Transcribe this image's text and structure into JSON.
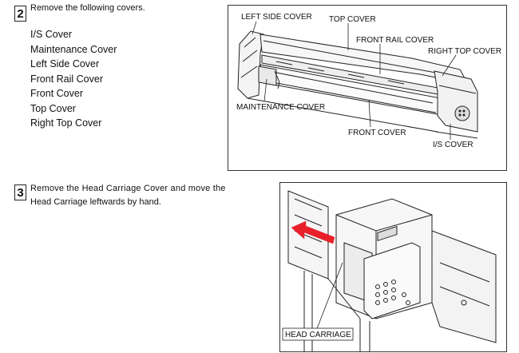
{
  "step2": {
    "number": "2",
    "title": "Remove the following covers.",
    "covers": [
      "I/S Cover",
      "Maintenance Cover",
      "Left Side Cover",
      "Front Rail Cover",
      "Front Cover",
      "Top Cover",
      "Right Top Cover"
    ],
    "figure": {
      "labels": {
        "left_side_cover": "LEFT SIDE COVER",
        "top_cover": "TOP COVER",
        "front_rail_cover": "FRONT RAIL COVER",
        "right_top_cover": "RIGHT TOP COVER",
        "maintenance_cover": "MAINTENANCE COVER",
        "front_cover": "FRONT COVER",
        "is_cover": "I/S COVER"
      }
    }
  },
  "step3": {
    "number": "3",
    "title_line1": "Remove the Head Carriage Cover and move the",
    "title_line2": "Head Carriage leftwards by hand.",
    "figure": {
      "labels": {
        "head_carriage": "HEAD CARRIAGE"
      },
      "arrow_color": "#e8202a"
    }
  }
}
